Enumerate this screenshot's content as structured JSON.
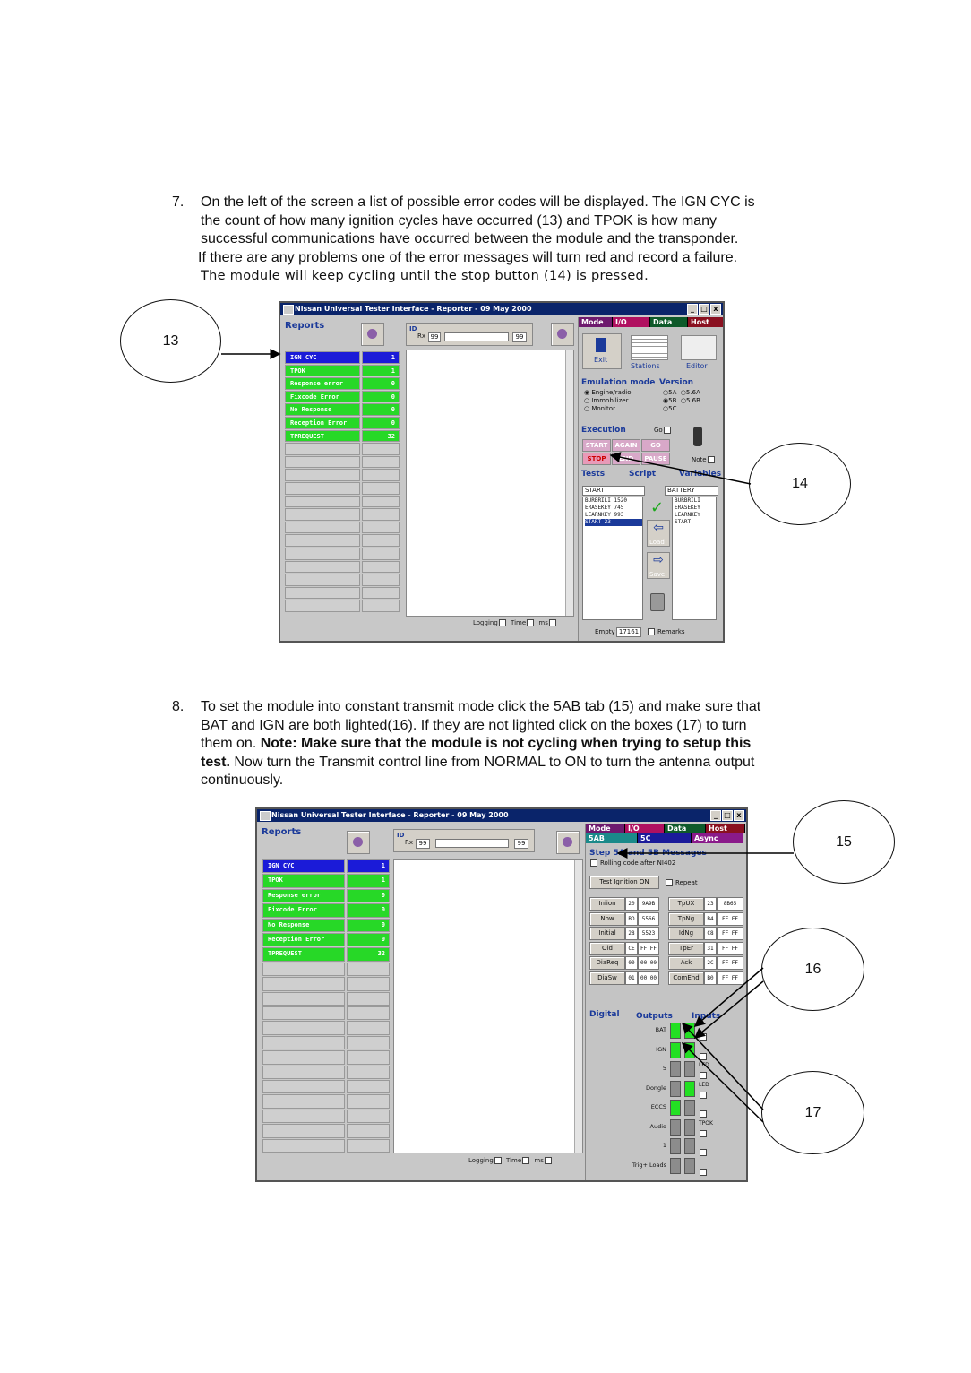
{
  "step7": {
    "number": "7.",
    "line1": "On the left of the screen a list of possible error codes will be displayed. The IGN CYC is",
    "line2": "the count of how many ignition cycles have occurred (13) and TPOK is how many",
    "line3": "successful communications have occurred between the module and the transponder.",
    "line4": "If there are any problems one of the error messages will turn red and record a failure.",
    "line5": "The module will keep cycling until the stop button (14) is pressed."
  },
  "step8": {
    "number": "8.",
    "line1": "To set the module into constant transmit mode click the 5AB tab (15) and make sure that",
    "line2": "BAT and IGN are both lighted(16). If they are not lighted click on the boxes (17) to turn",
    "line3_pre": "them on. ",
    "line3_bold": "Note: Make sure that the module is not cycling when trying to setup this",
    "line4_bold": "test.",
    "line4_post": " Now turn the Transmit control line from NORMAL to ON to turn the antenna output",
    "line5": "continuously."
  },
  "callouts": {
    "c13": "13",
    "c14": "14",
    "c15": "15",
    "c16": "16",
    "c17": "17"
  },
  "window": {
    "title": "Nissan Universal Tester Interface   -   Reporter   -   09 May 2000",
    "minimize": "_",
    "restore": "□",
    "close": "x",
    "reports": "Reports",
    "id_label": "ID",
    "rx": "Rx",
    "rx_value": "99",
    "id_value": "99",
    "logging": "Logging",
    "time": "Time",
    "ms": "ms"
  },
  "reports": [
    {
      "label": "IGN CYC",
      "count": "1",
      "color": "b"
    },
    {
      "label": "TPOK",
      "count": "1",
      "color": "g"
    },
    {
      "label": "Response error",
      "count": "0",
      "color": "g"
    },
    {
      "label": "Fixcode Error",
      "count": "0",
      "color": "g"
    },
    {
      "label": "No Response",
      "count": "0",
      "color": "g"
    },
    {
      "label": "Reception Error",
      "count": "0",
      "color": "g"
    },
    {
      "label": "TPREQUEST",
      "count": "32",
      "color": "g"
    }
  ],
  "panel1": {
    "tabs": [
      "Mode",
      "I/O",
      "Data",
      "Host"
    ],
    "exit": "Exit",
    "stations": "Stations",
    "editor": "Editor",
    "emulation_mode": "Emulation mode",
    "version": "Version",
    "emu_opts": [
      "Engine/radio",
      "Immobilizer",
      "Monitor"
    ],
    "ver_opts": [
      "5A",
      "5.6A",
      "5B",
      "5.6B",
      "5C"
    ],
    "execution": "Execution",
    "go": "Go",
    "start": "START",
    "again": "AGAIN",
    "go_btn": "GO",
    "stop": "STOP",
    "end": "END",
    "pause": "PAUSE",
    "note": "Note",
    "tests": "Tests",
    "script": "Script",
    "variables": "Variables",
    "script_name": "START",
    "battery": "BATTERY",
    "script_lines": [
      "BURBRILI  1520",
      "ERASEKEY   745",
      "LEARNKEY   993",
      "START       23"
    ],
    "var_lines": [
      "BURBRILI",
      "ERASEKEY",
      "LEARNKEY",
      "START"
    ],
    "load": "Load",
    "save": "Save",
    "empty": "Empty",
    "empty_value": "17161",
    "remarks": "Remarks"
  },
  "panel2": {
    "tabs": [
      "Mode",
      "I/O",
      "Data",
      "Host"
    ],
    "subtabs": [
      "5AB",
      "5C",
      "Async"
    ],
    "heading": "Step 5A and 5B Messages",
    "rolling": "Rolling code after NI402",
    "test_ignition": "Test Ignition ON",
    "repeat": "Repeat",
    "grid": [
      {
        "l": "Iniion",
        "v1": "20",
        "v2": "9A9B",
        "l2": "TpUX",
        "v3": "23",
        "v4": "8B65"
      },
      {
        "l": "Now",
        "v1": "BD",
        "v2": "5566",
        "l2": "TpNg",
        "v3": "B4",
        "v4": "FF FF"
      },
      {
        "l": "Initial",
        "v1": "28",
        "v2": "5523",
        "l2": "IdNg",
        "v3": "C8",
        "v4": "FF FF"
      },
      {
        "l": "Old",
        "v1": "CE",
        "v2": "FF FF",
        "l2": "TpEr",
        "v3": "31",
        "v4": "FF FF"
      },
      {
        "l": "DiaReq",
        "v1": "00",
        "v2": "00 00",
        "l2": "Ack",
        "v3": "2C",
        "v4": "FF FF"
      },
      {
        "l": "DiaSw",
        "v1": "01",
        "v2": "00 00",
        "l2": "ComEnd",
        "v3": "B0",
        "v4": "FF FF"
      }
    ],
    "digital": "Digital",
    "outputs": "Outputs",
    "inputs": "Inputs",
    "dlabels": [
      "BAT",
      "IGN",
      "5",
      "Dongle",
      "ECCS",
      "Audio",
      "1",
      "Trig+ Loads"
    ],
    "in_labels": [
      "LED",
      "LED",
      "TPOK"
    ]
  }
}
